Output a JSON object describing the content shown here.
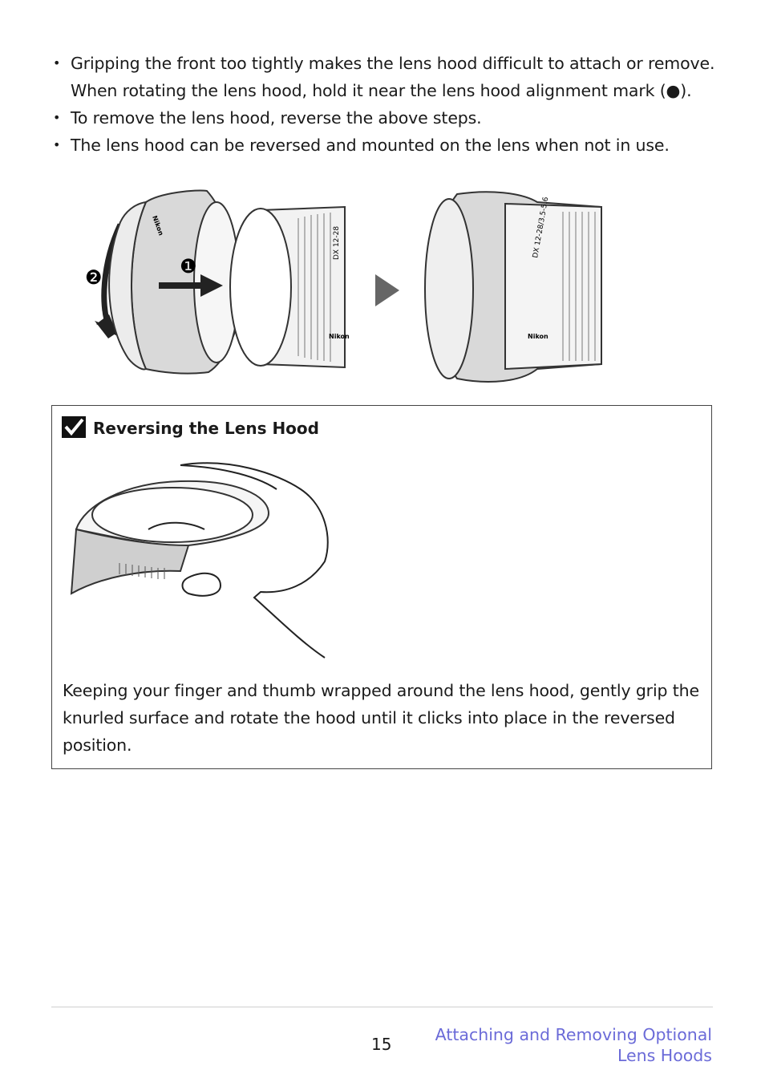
{
  "bullets": [
    "Gripping the front too tightly makes the lens hood difficult to attach or remove. When rotating the lens hood, hold it near the lens hood alignment mark (●).",
    "To remove the lens hood, reverse the above steps.",
    "The lens hood can be reversed and mounted on the lens when not in use."
  ],
  "figure": {
    "step1": "❶",
    "step2": "❷",
    "brand": "Nikon",
    "lens_label_left": "DX 12-28",
    "lens_label_right": "DX 12-28/3.5-5.6"
  },
  "note": {
    "title": "Reversing the Lens Hood",
    "body": "Keeping your finger and thumb wrapped around the lens hood, gently grip the knurled surface and rotate the hood until it clicks into place in the reversed position."
  },
  "footer": {
    "page_number": "15",
    "section_title": "Attaching and Removing Optional Lens Hoods"
  }
}
